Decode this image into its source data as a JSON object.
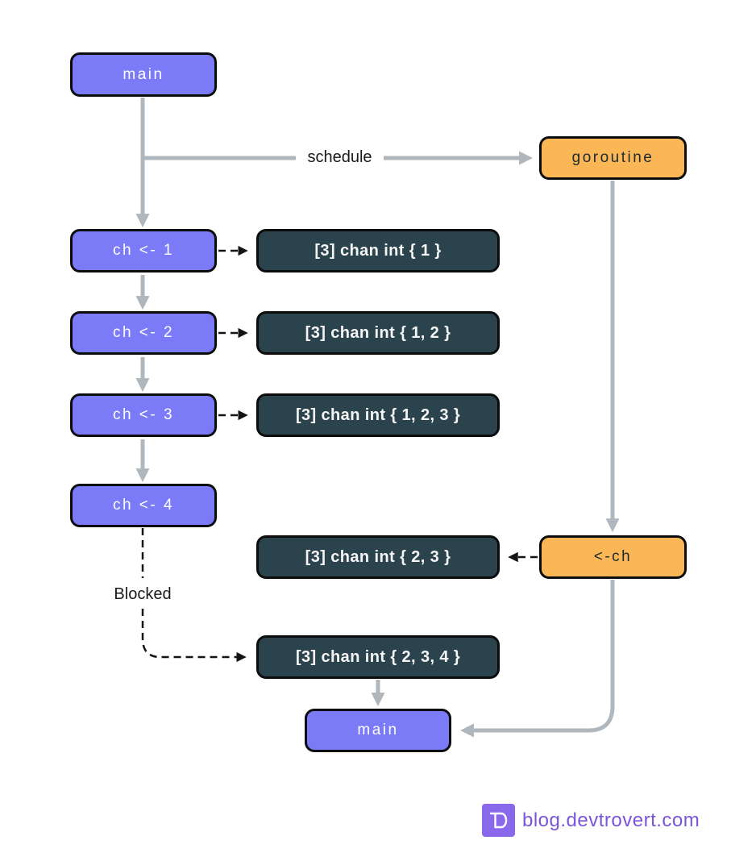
{
  "diagram": {
    "title_hint": "Go buffered channel send/receive flow",
    "nodes": {
      "main_top": "main",
      "goroutine": "goroutine",
      "send1": "ch <- 1",
      "send2": "ch <- 2",
      "send3": "ch <- 3",
      "send4": "ch <- 4",
      "recv": "<-ch",
      "buf_1": "[3] chan int { 1 }",
      "buf_12": "[3] chan int { 1, 2 }",
      "buf_123": "[3] chan int { 1, 2, 3 }",
      "buf_23": "[3] chan int { 2, 3 }",
      "buf_234": "[3] chan int { 2, 3, 4 }",
      "main_bottom": "main"
    },
    "edge_labels": {
      "schedule": "schedule",
      "blocked": "Blocked"
    },
    "colors": {
      "process_box": "#7b7af7",
      "goroutine_box": "#fbb655",
      "channel_state_box": "#2b434d",
      "box_border": "#0c0c0c",
      "flow_line": "#afb7bc",
      "state_pointer_line": "#141414",
      "label_text": "#1a1a1a",
      "brand_purple": "#7a55d9",
      "logo_square": "#8a68ec"
    }
  },
  "footer": {
    "brand": "blog.devtrovert.com"
  }
}
